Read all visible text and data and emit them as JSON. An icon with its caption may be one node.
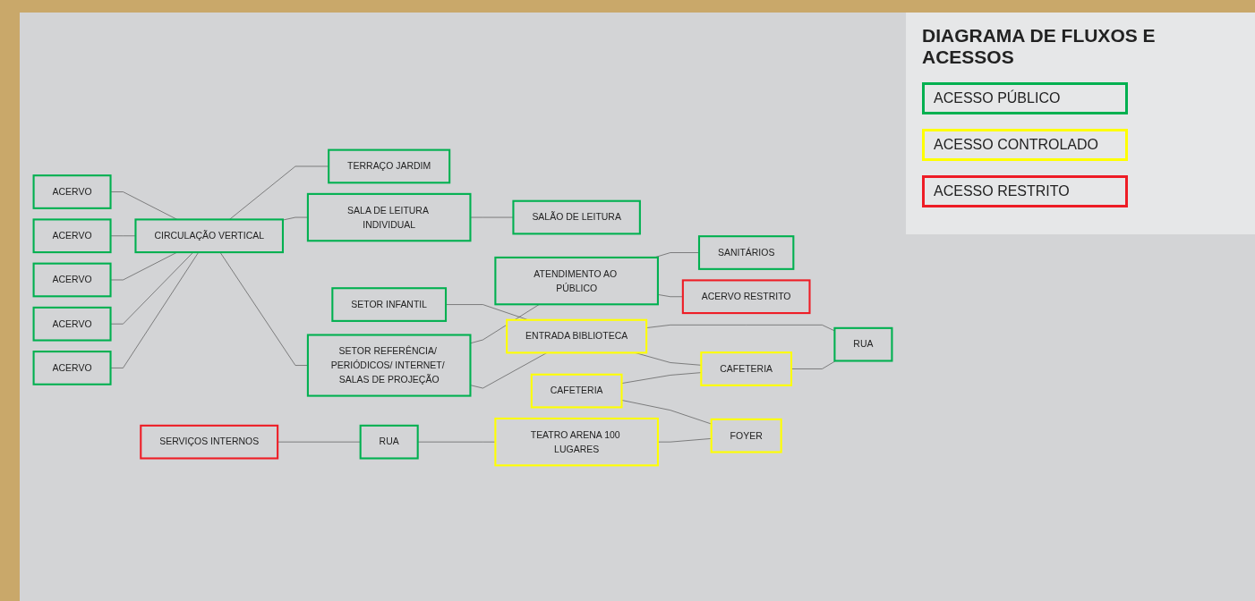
{
  "diagram": {
    "title": "DIAGRAMA DE FLUXOS E ACESSOS",
    "nodes": [
      {
        "text": [
          "ACERVO"
        ]
      },
      {
        "text": [
          "ACERVO"
        ]
      },
      {
        "text": [
          "ACERVO"
        ]
      },
      {
        "text": [
          "ACERVO"
        ]
      },
      {
        "text": [
          "ACERVO"
        ]
      },
      {
        "text": [
          "CIRCULAÇÃO VERTICAL"
        ]
      },
      {
        "text": [
          "TERRAÇO JARDIM"
        ]
      },
      {
        "text": [
          "SALA DE LEITURA INDIVIDUAL"
        ]
      },
      {
        "text": [
          "SALÃO DE LEITURA"
        ]
      },
      {
        "text": [
          "SETOR INFANTIL"
        ]
      },
      {
        "text": [
          "SETOR REFERÊNCIA/ PERIÓDICOS/ INTERNET/ SALAS DE PROJEÇÃO"
        ]
      },
      {
        "text": [
          "ATENDIMENTO AO PÚBLICO"
        ]
      },
      {
        "text": [
          "ENTRADA BIBLIOTECA"
        ]
      },
      {
        "text": [
          "RUA"
        ]
      },
      {
        "text": [
          "SANITÁRIOS"
        ]
      },
      {
        "text": [
          "ACERVO RESTRITO"
        ]
      },
      {
        "text": [
          "CAFETERIA"
        ]
      },
      {
        "text": [
          "CAFETERIA"
        ]
      },
      {
        "text": [
          "SERVIÇOS INTERNOS"
        ]
      },
      {
        "text": [
          "TEATRO ARENA 100 LUGARES"
        ]
      },
      {
        "text": [
          "FOYER"
        ]
      },
      {
        "text": [
          "RUA"
        ]
      }
    ],
    "edges": [
      {
        "from": 0,
        "to": 5,
        "arrow": "none"
      },
      {
        "from": 1,
        "to": 5,
        "arrow": "none"
      },
      {
        "from": 2,
        "to": 5,
        "arrow": "none"
      },
      {
        "from": 3,
        "to": 5,
        "arrow": "none"
      },
      {
        "from": 4,
        "to": 5,
        "arrow": "none"
      },
      {
        "from": 5,
        "to": 6,
        "arrow": "none"
      },
      {
        "from": 5,
        "to": 7,
        "arrow": "none"
      },
      {
        "from": 5,
        "to": 10,
        "arrow": "none"
      },
      {
        "from": 7,
        "to": 8,
        "arrow": "none"
      },
      {
        "from": 9,
        "to": 12,
        "arrow": "none"
      },
      {
        "from": 10,
        "to": 11,
        "arrow": "none"
      },
      {
        "from": 10,
        "to": 12,
        "arrow": "none"
      },
      {
        "from": 11,
        "to": 14,
        "arrow": "none"
      },
      {
        "from": 11,
        "to": 15,
        "arrow": "none"
      },
      {
        "from": 12,
        "to": 13,
        "arrow": "none"
      },
      {
        "from": 12,
        "to": 17,
        "arrow": "none"
      },
      {
        "from": 16,
        "to": 17,
        "arrow": "none"
      },
      {
        "from": 17,
        "to": 13,
        "arrow": "none"
      },
      {
        "from": 16,
        "to": 20,
        "arrow": "none"
      },
      {
        "from": 19,
        "to": 20,
        "arrow": "none"
      },
      {
        "from": 18,
        "to": 21,
        "arrow": "none"
      },
      {
        "from": 21,
        "to": 19,
        "arrow": "none"
      }
    ],
    "legend": [
      {
        "text": "ACESSO PÚBLICO",
        "color": "#00b050"
      },
      {
        "text": "ACESSO CONTROLADO",
        "color": "#ffff00"
      },
      {
        "text": "ACESSO RESTRITO",
        "color": "#ee1c25"
      }
    ]
  }
}
